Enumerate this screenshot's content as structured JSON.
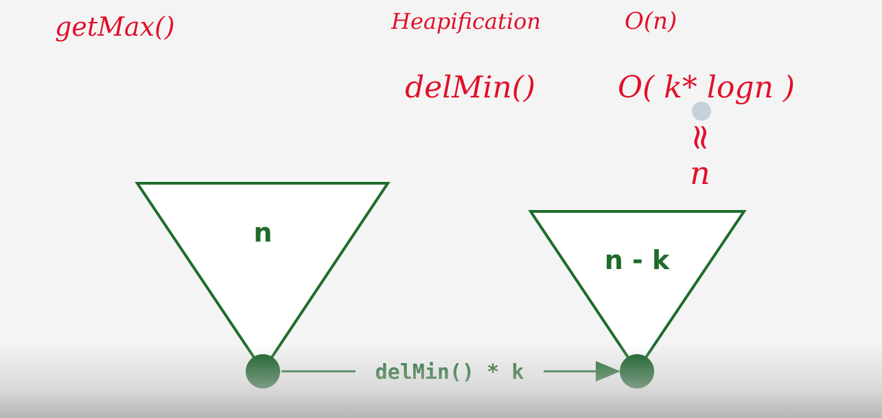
{
  "annotations": {
    "get_max": "getMax()",
    "heapification": "Heapification",
    "heapification_complexity": "O(n)",
    "del_min": "delMin()",
    "del_min_complexity": "O( k* logn )",
    "approx_symbol": "≈",
    "approx_value": "n"
  },
  "diagram": {
    "left_heap_label": "n",
    "right_heap_label": "n - k",
    "edge_label": "delMin() * k"
  },
  "colors": {
    "ink_red": "#e0102a",
    "heap_green": "#1e6b2c",
    "node_green": "#0d5a1f",
    "background": "#f4f4f4"
  }
}
